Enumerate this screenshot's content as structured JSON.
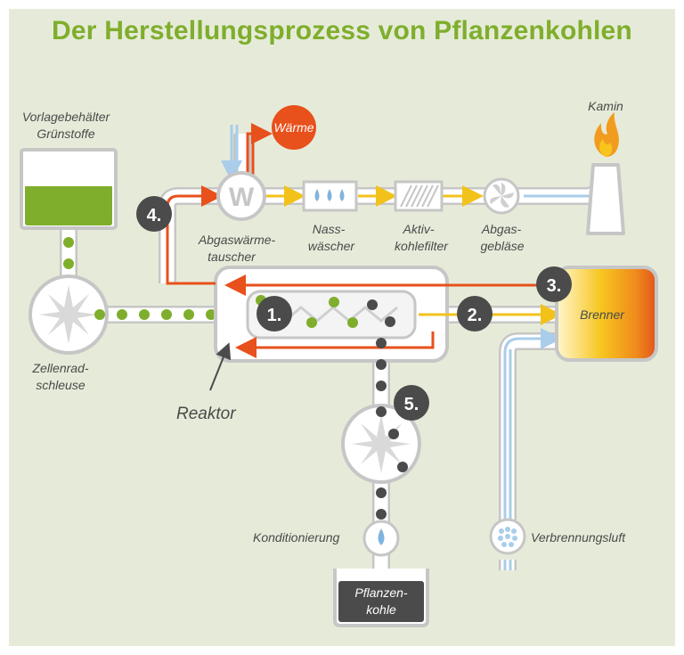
{
  "title": "Der Herstellungsprozess von Pflanzenkohlen",
  "labels": {
    "vorlage_1": "Vorlagebehälter",
    "vorlage_2": "Grünstoffe",
    "zellenrad_1": "Zellenrad-",
    "zellenrad_2": "schleuse",
    "reaktor": "Reaktor",
    "abgaswaerme_1": "Abgaswärme-",
    "abgaswaerme_2": "tauscher",
    "nass_1": "Nass-",
    "nass_2": "wäscher",
    "aktiv_1": "Aktiv-",
    "aktiv_2": "kohlefilter",
    "geblaese_1": "Abgas-",
    "geblaese_2": "gebläse",
    "kamin": "Kamin",
    "waerme": "Wärme",
    "w_symbol": "W",
    "brenner": "Brenner",
    "verbrennungsluft": "Verbrennungsluft",
    "konditionierung": "Konditionierung",
    "pflanzenkohle_1": "Pflanzen-",
    "pflanzenkohle_2": "kohle"
  },
  "steps": [
    "1.",
    "2.",
    "3.",
    "4.",
    "5."
  ],
  "colors": {
    "green": "#7fae2c",
    "orange": "#e8501c",
    "yellow": "#f2c21b",
    "blue": "#a9cdea",
    "dark": "#4b4b4b",
    "pipe": "#ffffff",
    "pipe_edge": "#c6c6c6"
  },
  "icons": [
    "flame-icon",
    "water-drops-icon",
    "fan-icon",
    "star-rotor-icon",
    "filter-icon"
  ]
}
